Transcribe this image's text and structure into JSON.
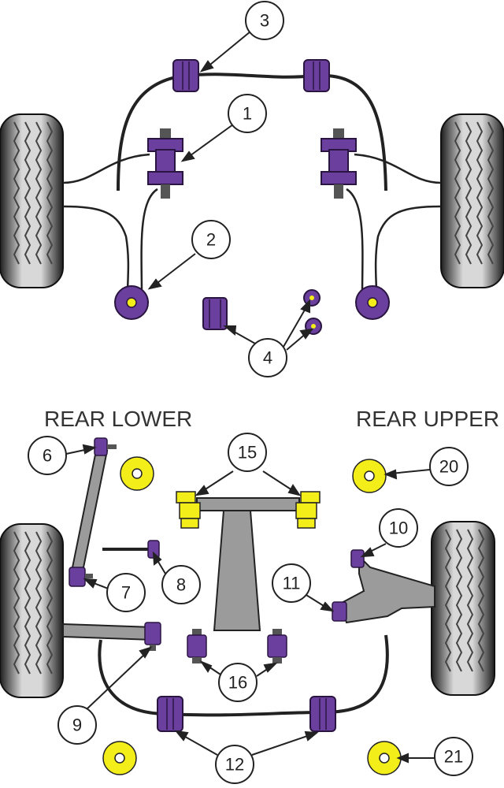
{
  "titles": {
    "rear_lower": "REAR LOWER",
    "rear_upper": "REAR UPPER"
  },
  "callouts": {
    "c1": "1",
    "c2": "2",
    "c3": "3",
    "c4": "4",
    "c6": "6",
    "c7": "7",
    "c8": "8",
    "c9": "9",
    "c10": "10",
    "c11": "11",
    "c12": "12",
    "c15": "15",
    "c16": "16",
    "c20": "20",
    "c21": "21"
  },
  "colors": {
    "bush_purple": "#6a3f9e",
    "bush_dark": "#3a1f63",
    "bush_yellow": "#f3ee1a",
    "arm_grey": "#9b9b9b",
    "tyre_dark": "#2b2b2b"
  }
}
